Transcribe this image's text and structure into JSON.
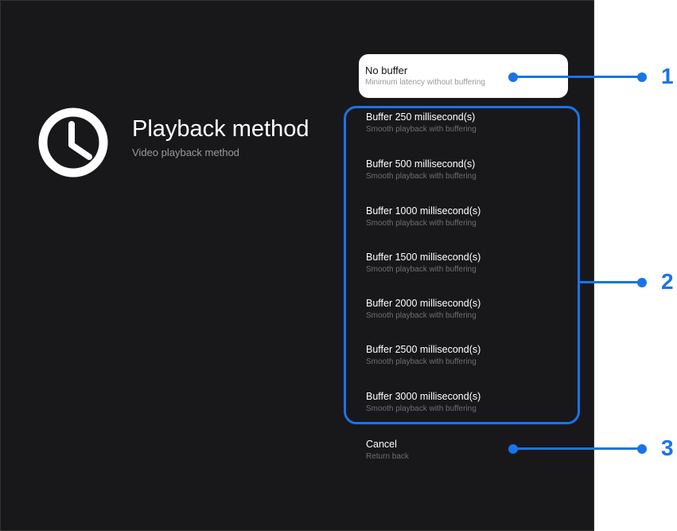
{
  "header": {
    "title": "Playback method",
    "subtitle": "Video playback method",
    "icon": "clock-icon"
  },
  "selected": {
    "label": "No buffer",
    "description": "Minimum latency without buffering"
  },
  "options": [
    {
      "label": "Buffer 250 millisecond(s)",
      "description": "Smooth playback with buffering"
    },
    {
      "label": "Buffer 500 millisecond(s)",
      "description": "Smooth playback with buffering"
    },
    {
      "label": "Buffer 1000 millisecond(s)",
      "description": "Smooth playback with buffering"
    },
    {
      "label": "Buffer 1500 millisecond(s)",
      "description": "Smooth playback with buffering"
    },
    {
      "label": "Buffer 2000 millisecond(s)",
      "description": "Smooth playback with buffering"
    },
    {
      "label": "Buffer 2500 millisecond(s)",
      "description": "Smooth playback with buffering"
    },
    {
      "label": "Buffer 3000 millisecond(s)",
      "description": "Smooth playback with buffering"
    }
  ],
  "cancel": {
    "label": "Cancel",
    "description": "Return back"
  },
  "callouts": [
    "1",
    "2",
    "3"
  ],
  "colors": {
    "accent": "#1a73e8",
    "background": "#18181b"
  }
}
